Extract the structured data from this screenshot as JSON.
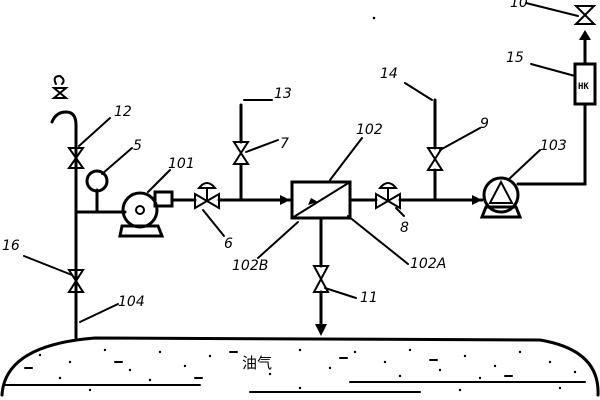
{
  "labels": {
    "n10": "10",
    "n12": "12",
    "n5": "5",
    "n101": "101",
    "n16": "16",
    "n104": "104",
    "n6": "6",
    "n13": "13",
    "n7": "7",
    "n102": "102",
    "n102B": "102B",
    "n102A": "102A",
    "n11": "11",
    "n14": "14",
    "n9": "9",
    "n8": "8",
    "n15": "15",
    "n103": "103",
    "hk": "HK"
  },
  "tank": {
    "content_label": "油气"
  }
}
